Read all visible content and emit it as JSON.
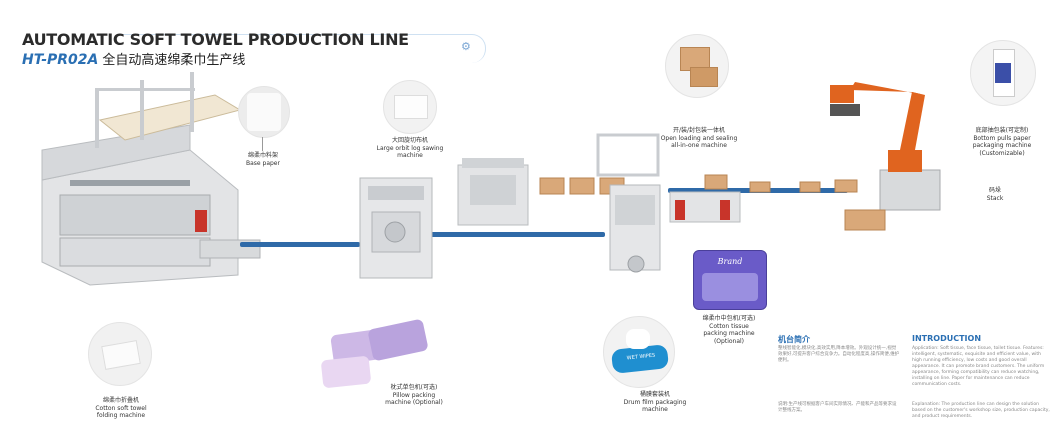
{
  "header": {
    "title_en": "AUTOMATIC SOFT TOWEL PRODUCTION LINE",
    "model": "HT-PR02A",
    "title_cn": "全自动高速绵柔巾生产线"
  },
  "labels": {
    "base_paper_cn": "绵柔巾料架",
    "base_paper_en": "Base paper",
    "saw_cn": "大回旋切布机",
    "saw_en1": "Large orbit log sawing",
    "saw_en2": "machine",
    "folding_cn": "绵柔巾折叠机",
    "folding_en1": "Cotton soft towel",
    "folding_en2": "folding machine",
    "pillow_cn": "枕式单包机(可选)",
    "pillow_en1": "Pillow packing",
    "pillow_en2": "machine (Optional)",
    "drum_cn": "桶膜套装机",
    "drum_en1": "Drum film packaging",
    "drum_en2": "machine",
    "tissue_cn": "绵柔巾中包机(可选)",
    "tissue_en1": "Cotton tissue",
    "tissue_en2": "packing machine",
    "tissue_en3": "(Optional)",
    "open_cn": "开/装/封包装一体机",
    "open_en1": "Open loading and sealing",
    "open_en2": "all-in-one machine",
    "bottom_cn": "底部抽包装(可定制)",
    "bottom_en1": "Bottom pulls paper",
    "bottom_en2": "packaging machine",
    "bottom_en3": "(Customizable)",
    "stack_cn": "码垛",
    "stack_en": "Stack"
  },
  "intro": {
    "cn_heading": "机台简介",
    "en_heading": "INTRODUCTION",
    "cn_body": "整线智能化,模块化,高效实用,降本增效。外观设计统一,视觉效果好,可提升客户综合竞争力。自动化程度高,操作简便,维护便利。",
    "cn_note": "说明:生产线可根据客户车间实际情况、产能和产品等要求设计整线方案。",
    "en_body": "Application: Soft tissue, face tissue, toilet tissue. Features: intelligent, systematic, exquisite and efficient value, with high running efficiency, low costs and good overall appearance. It can promote brand customers. The uniform appearance, forming compatibility can reduce watching, installing on line. Paper for maintenance can reduce communication costs.",
    "en_note": "Explanation: The production line can design the solution based on the customer's workshop size, production capacity, and product requirements."
  },
  "products": {
    "pack_brand": "Brand",
    "wipes_text": "WET WIPES"
  },
  "colors": {
    "accent_blue": "#2a6fb3",
    "conveyor_blue": "#2f6aa8",
    "robot_orange": "#e0641f",
    "machine_red": "#c8342a"
  }
}
